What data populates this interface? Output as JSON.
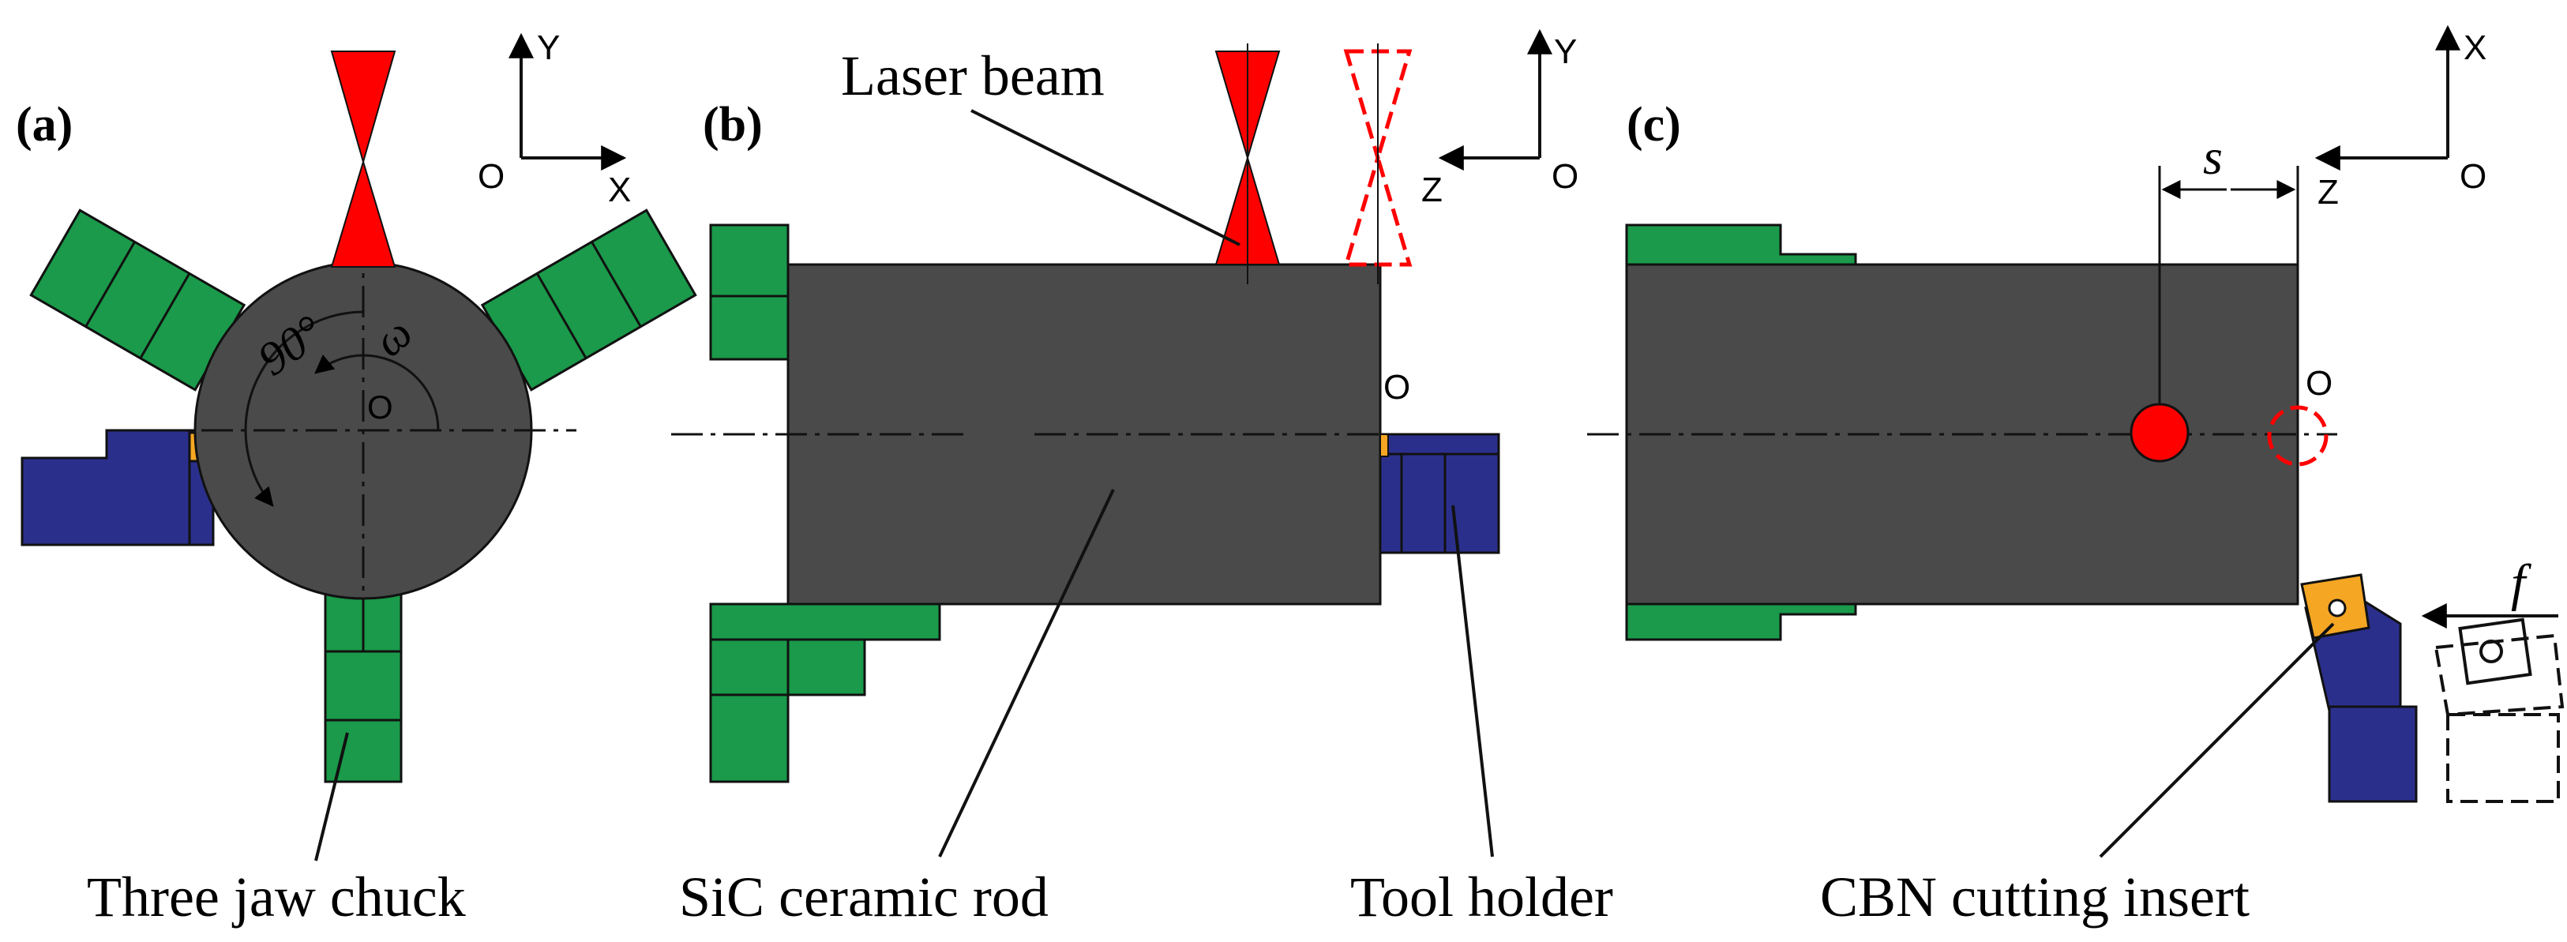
{
  "panels": {
    "a": {
      "label": "(a)",
      "axis_y": "Y",
      "axis_x": "X",
      "axis_origin": "O",
      "center_origin": "O",
      "angle": "90°",
      "omega": "ω",
      "caption": "Three jaw chuck"
    },
    "b": {
      "label": "(b)",
      "axis_y": "Y",
      "axis_z": "Z",
      "axis_origin": "O",
      "end_origin": "O",
      "laser_label": "Laser beam",
      "caption_rod": "SiC ceramic rod",
      "caption_holder": "Tool holder"
    },
    "c": {
      "label": "(c)",
      "axis_x": "X",
      "axis_z": "Z",
      "axis_origin": "O",
      "end_origin": "O",
      "offset_label": "s",
      "feed_label": "f",
      "caption": "CBN cutting insert"
    }
  },
  "colors": {
    "rod": "#4a4a4a",
    "jaw": "#1a9a4a",
    "holder": "#2b2f8c",
    "insert": "#f5a623",
    "laser": "#ff0000"
  }
}
